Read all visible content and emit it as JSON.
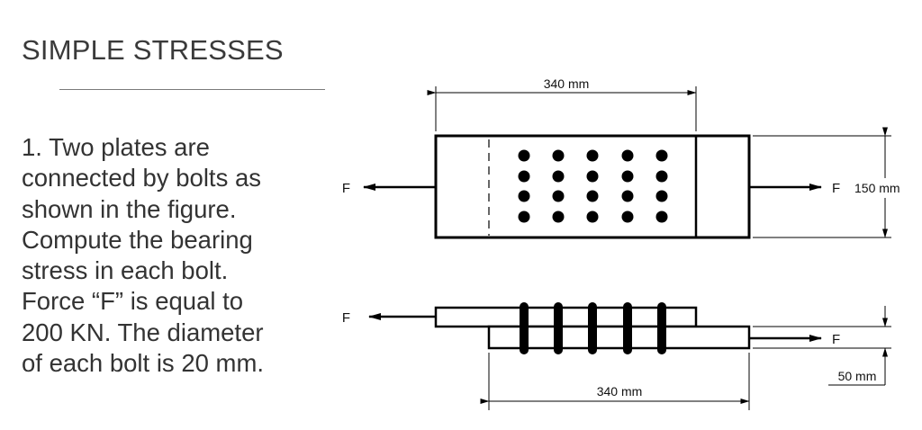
{
  "title": "SIMPLE STRESSES",
  "problem": {
    "lines": [
      "1. Two plates are",
      "connected by bolts as",
      "shown in the figure.",
      "Compute the bearing",
      "stress in each bolt.",
      "Force “F” is equal to",
      "200 KN. The diameter",
      "of each bolt is 20 mm."
    ]
  },
  "diagram": {
    "top_view": {
      "dimension_top": "340 mm",
      "dimension_right": "150 mm",
      "force_left": "F",
      "force_right": "F",
      "bolt_columns": 5,
      "bolt_rows": 4
    },
    "side_view": {
      "dimension_bottom": "340 mm",
      "dimension_right": "50 mm",
      "force_left": "F",
      "force_right": "F",
      "bolt_count": 5
    }
  }
}
